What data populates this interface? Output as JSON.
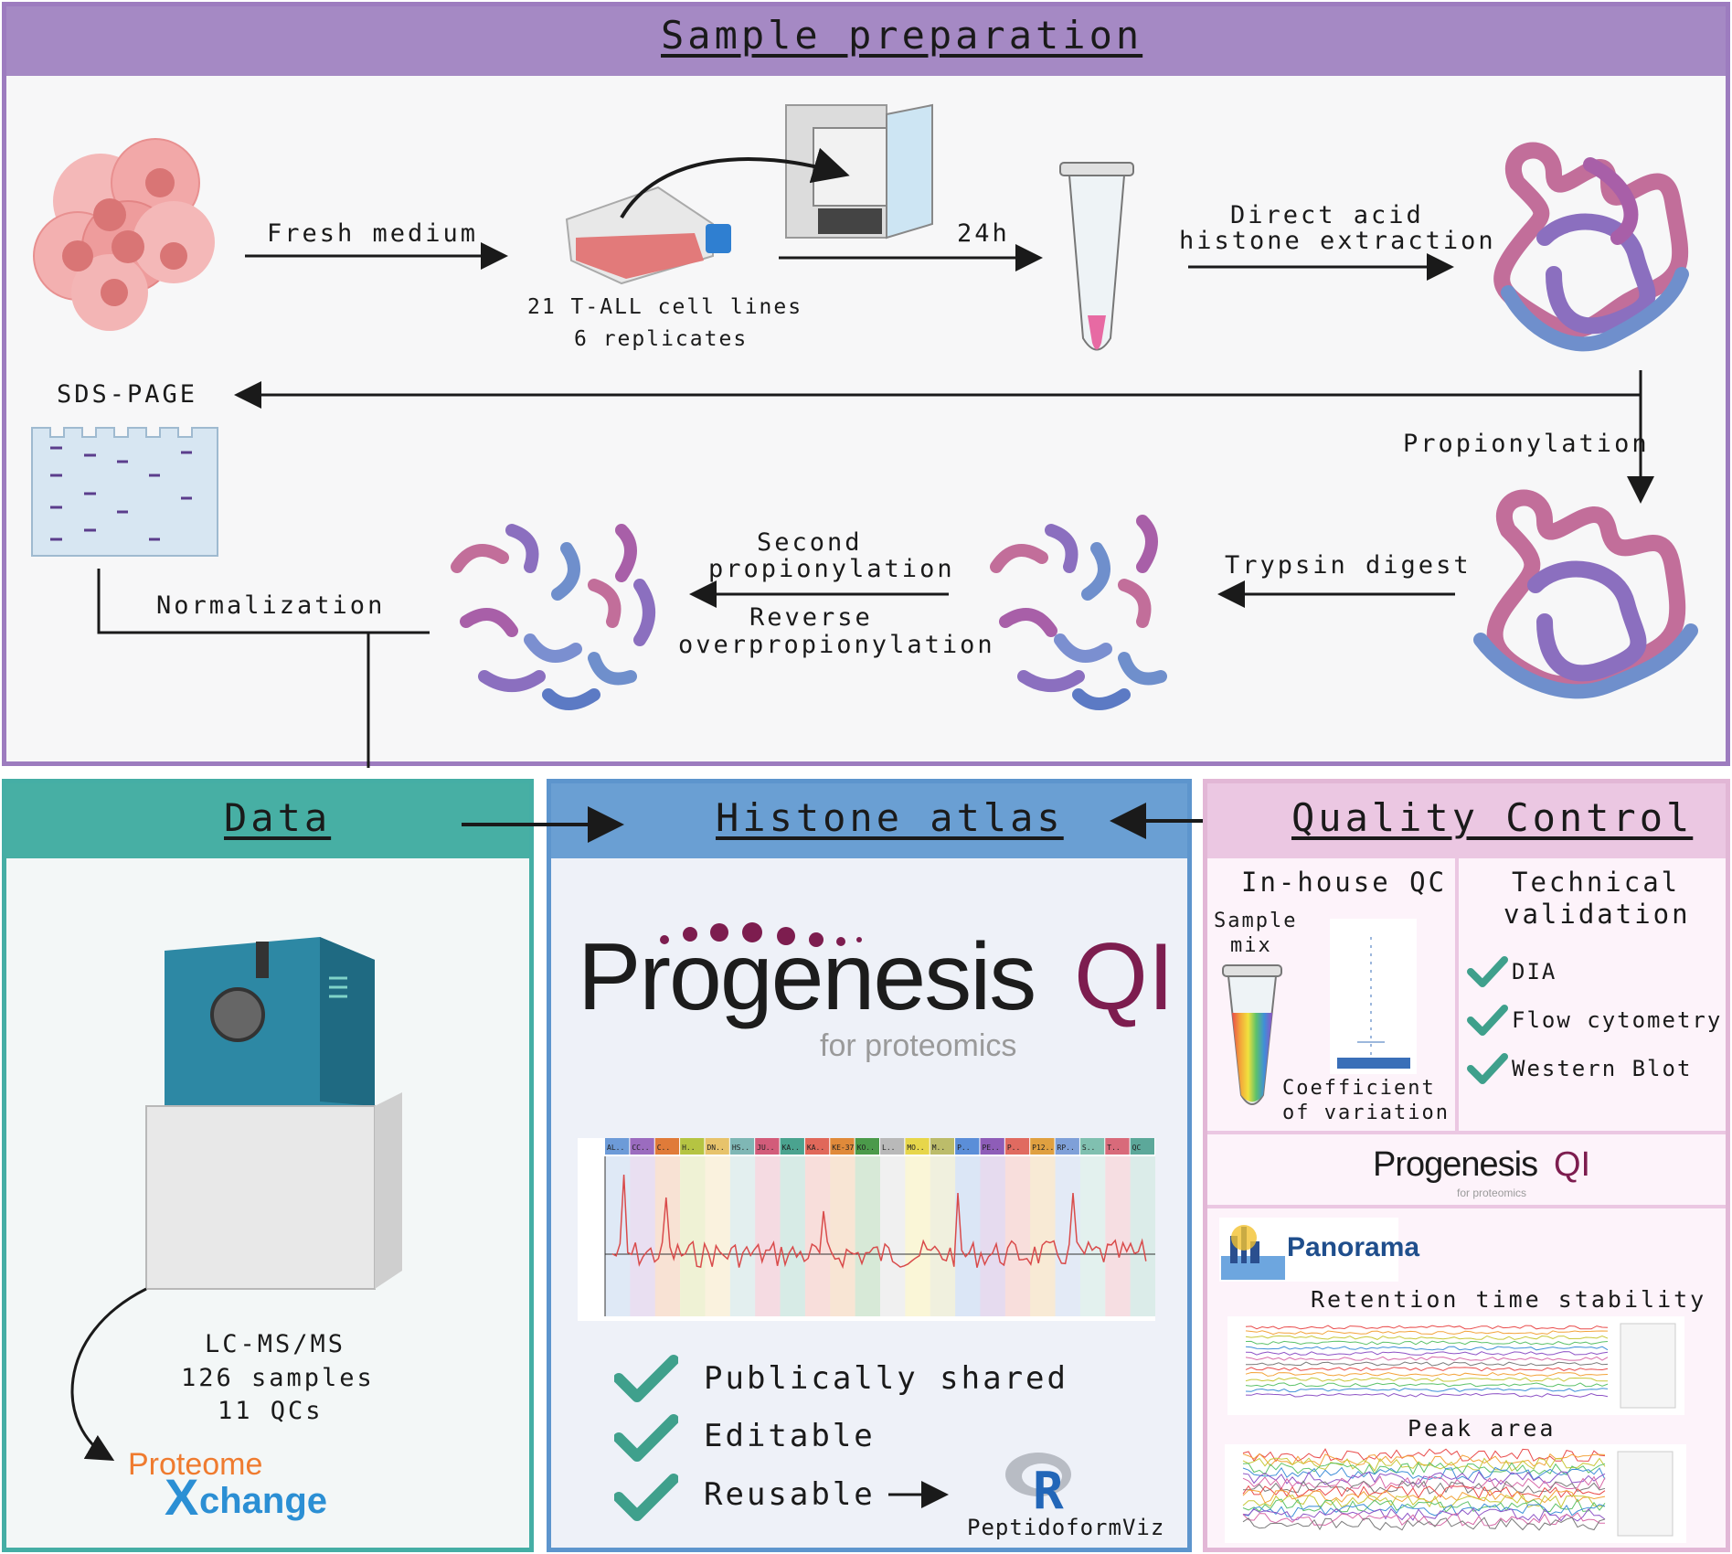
{
  "colors": {
    "sample_border": "#9d7cbf",
    "sample_header": "#a589c4",
    "data_border": "#45aea5",
    "data_header": "#47afa4",
    "atlas_border": "#5d95cd",
    "atlas_header": "#6a9fd3",
    "qc_border": "#e2b7d6",
    "qc_header": "#ebc7e2",
    "check": "#3fa08c",
    "progenesis_purple": "#7d1d4f"
  },
  "sample_prep": {
    "title": "Sample preparation",
    "fresh_medium": "Fresh medium",
    "cell_lines": "21 T-ALL cell lines",
    "replicates": "6 replicates",
    "time": "24h",
    "extraction_line1": "Direct acid",
    "extraction_line2": "histone extraction",
    "sds_page": "SDS-PAGE",
    "propionylation": "Propionylation",
    "trypsin": "Trypsin digest",
    "second_line1": "Second",
    "second_line2": "propionylation",
    "reverse_line1": "Reverse",
    "reverse_line2": "overpropionylation",
    "normalization": "Normalization"
  },
  "data_panel": {
    "title": "Data",
    "line1": "LC-MS/MS",
    "line2": "126 samples",
    "line3": "11 QCs",
    "proteome_top": "Proteome",
    "proteome_bottom": "change"
  },
  "atlas_panel": {
    "title": "Histone atlas",
    "logo_main": "Progenesis",
    "logo_qi": "QI",
    "logo_sub": "for proteomics",
    "chart_groups": [
      "AL..",
      "CC..",
      "C..",
      "H..",
      "DN..",
      "HS..",
      "JU..",
      "KA..",
      "KA..",
      "KE-37",
      "KO..",
      "L..",
      "MO..",
      "M..",
      "P..",
      "PE..",
      "P..",
      "P12..",
      "RP..",
      "S..",
      "T..",
      "QC"
    ],
    "checks": [
      "Publically shared",
      "Editable",
      "Reusable"
    ],
    "r_package": "PeptidoformViz"
  },
  "qc_panel": {
    "title": "Quality Control",
    "inhouse": "In-house QC",
    "sample_mix_1": "Sample",
    "sample_mix_2": "mix",
    "cv_1": "Coefficient",
    "cv_2": "of variation",
    "tech_1": "Technical",
    "tech_2": "validation",
    "checks": [
      "DIA",
      "Flow cytometry",
      "Western Blot"
    ],
    "prog_main": "Progenesis",
    "prog_qi": "QI",
    "prog_sub": "for proteomics",
    "panorama": "Panorama",
    "rt_stability": "Retention time stability",
    "peak_area": "Peak area"
  }
}
